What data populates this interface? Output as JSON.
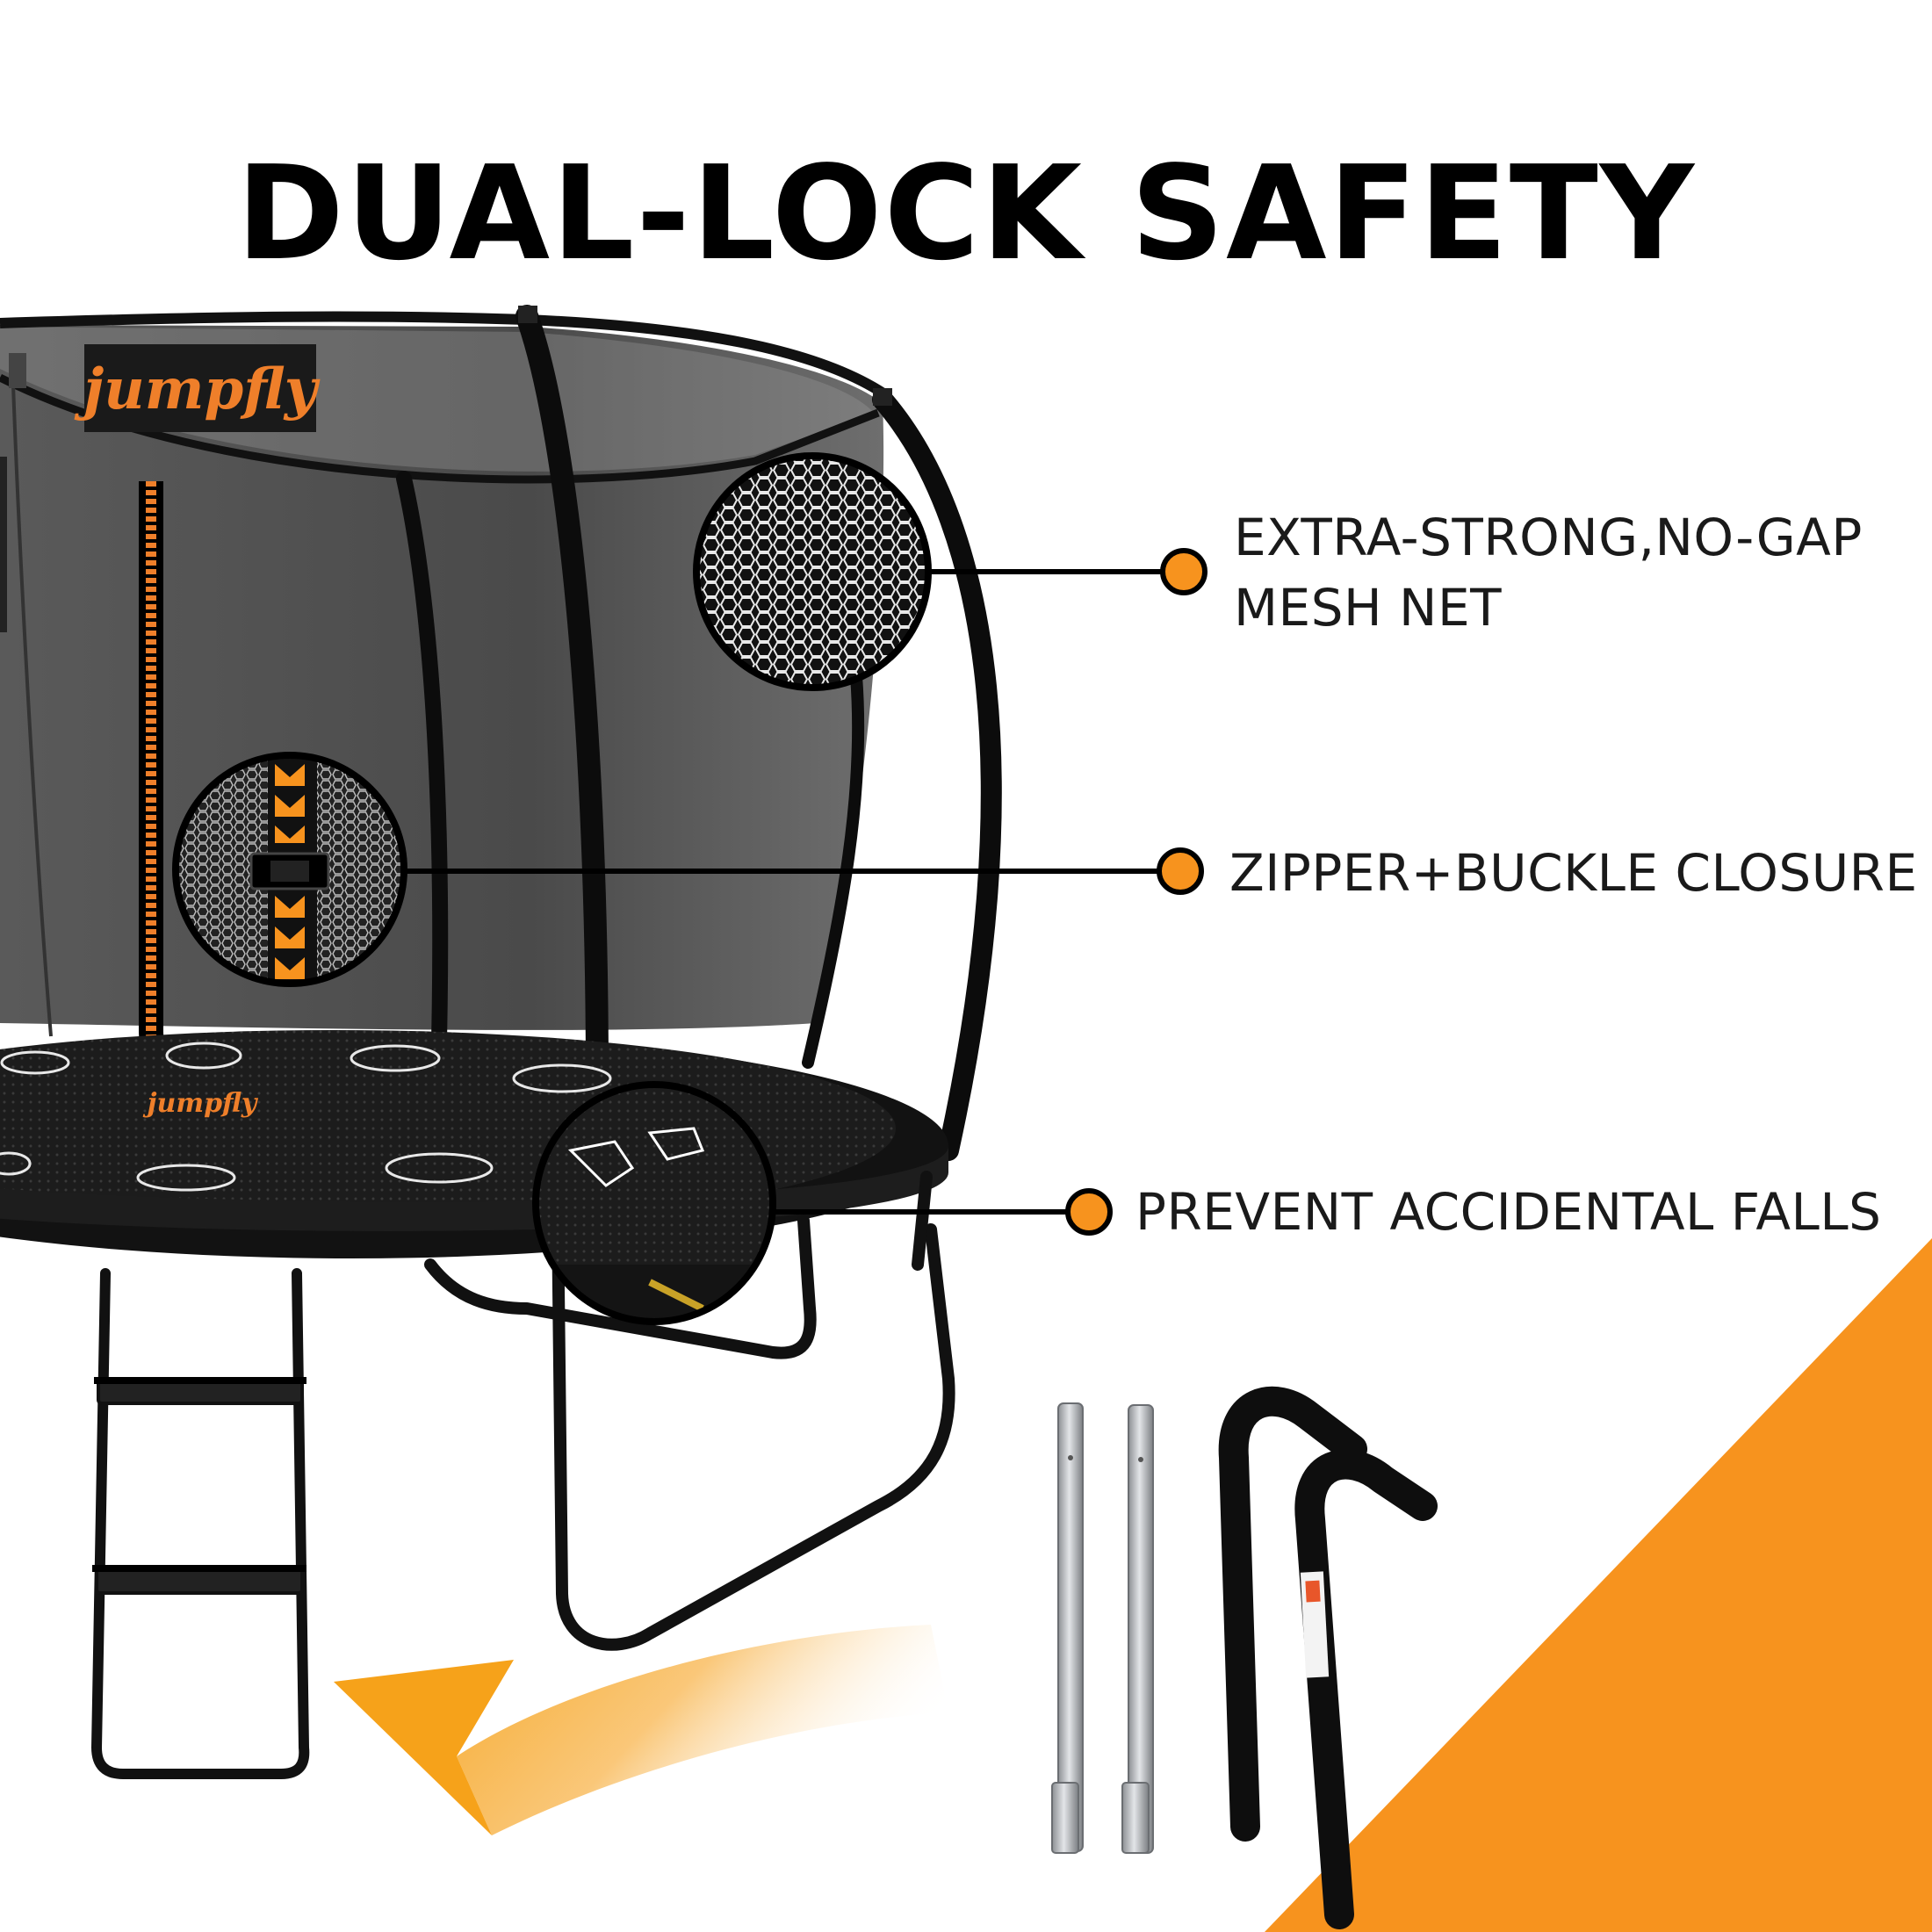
{
  "headline": "DUAL-LOCK SAFETY",
  "brand": {
    "name": "jumpfly"
  },
  "features": [
    {
      "lines": [
        "EXTRA-STRONG,NO-GAP",
        "MESH NET"
      ],
      "icon": "mesh-net-detail-icon"
    },
    {
      "lines": [
        "ZIPPER+BUCKLE CLOSURE"
      ],
      "icon": "zipper-detail-icon"
    },
    {
      "lines": [
        "PREVENT ACCIDENTAL FALLS"
      ],
      "icon": "mat-edge-detail-icon"
    }
  ],
  "colors": {
    "accent_orange": "#f7931e",
    "frame_black": "#111111",
    "net_grey": "#4a4a4a",
    "text": "#1a1a1a"
  }
}
